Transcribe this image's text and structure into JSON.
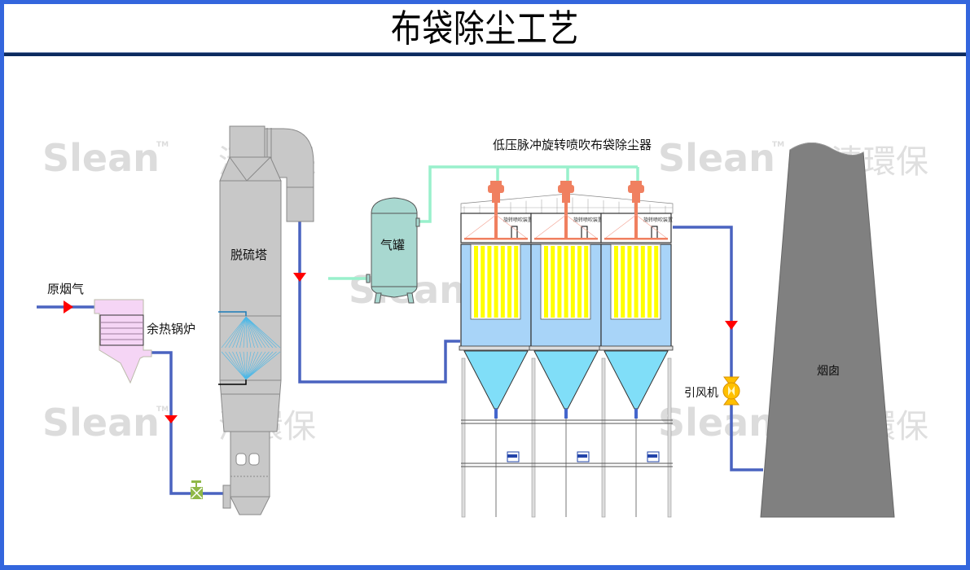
{
  "title": "布袋除尘工艺",
  "labels": {
    "raw_flue_gas": "原烟气",
    "waste_heat_boiler": "余热锅炉",
    "desulfurization_tower": "脱硫塔",
    "air_tank": "气罐",
    "bag_filter": "低压脉冲旋转喷吹布袋除尘器",
    "rotary_blowing_device": "旋转喷吹装置",
    "induced_draft_fan": "引风机",
    "chimney": "烟囱"
  },
  "watermark": {
    "brand": "Slean",
    "tm": "TM",
    "chinese": "清環保"
  },
  "filter_units": 3,
  "bags_per_unit": 7,
  "colors": {
    "frame": "#3366dd",
    "title_rule": "#0b2a5e",
    "flue_pipe": "#4a63c0",
    "air_pipe": "#99f0cc",
    "flow_arrow": "#ff0000",
    "boiler": "#f5d5f5",
    "tower": "#c8c8c8",
    "tank": "#a8d8d0",
    "filter_body": "#a8d4f8",
    "hopper": "#80def8",
    "bag": "#ffff00",
    "blower": "#f08060",
    "fan": "#ffc000",
    "valve": "#8fb848",
    "chimney": "#808080"
  }
}
